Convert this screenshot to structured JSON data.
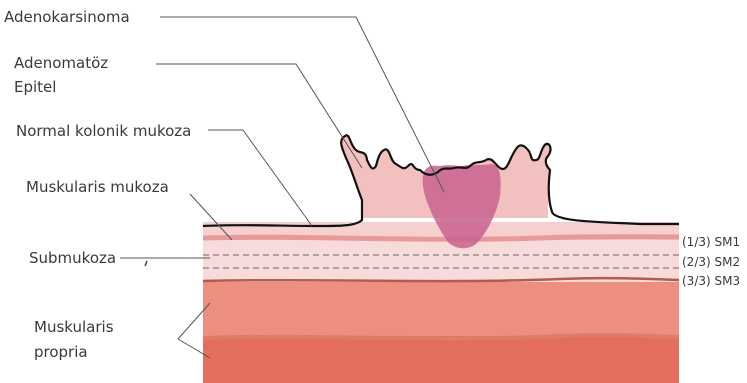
{
  "labels": {
    "adenokarsinoma": "Adenokarsinoma",
    "adenomatoz_line1": "Adenomatöz",
    "adenomatoz_line2": "Epitel",
    "normal_mukoza": "Normal kolonik mukoza",
    "muskularis_mukoza": "Muskularis mukoza",
    "submukoza": "Submukoza",
    "muskularis_propria_line1": "Muskularis",
    "muskularis_propria_line2": "propria"
  },
  "sm_levels": {
    "sm1": "(1/3) SM1",
    "sm2": "(2/3) SM2",
    "sm3": "(3/3) SM3"
  },
  "colors": {
    "mucosa": "#f6cfcf",
    "muscularis_mucosae": "#ea9f9f",
    "submucosa": "#f7dada",
    "propria_upper": "#ec8f80",
    "propria_lower": "#e46e5d",
    "adenoma": "#f3c0c0",
    "carcinoma": "#c8628f",
    "outline": "#111111"
  }
}
